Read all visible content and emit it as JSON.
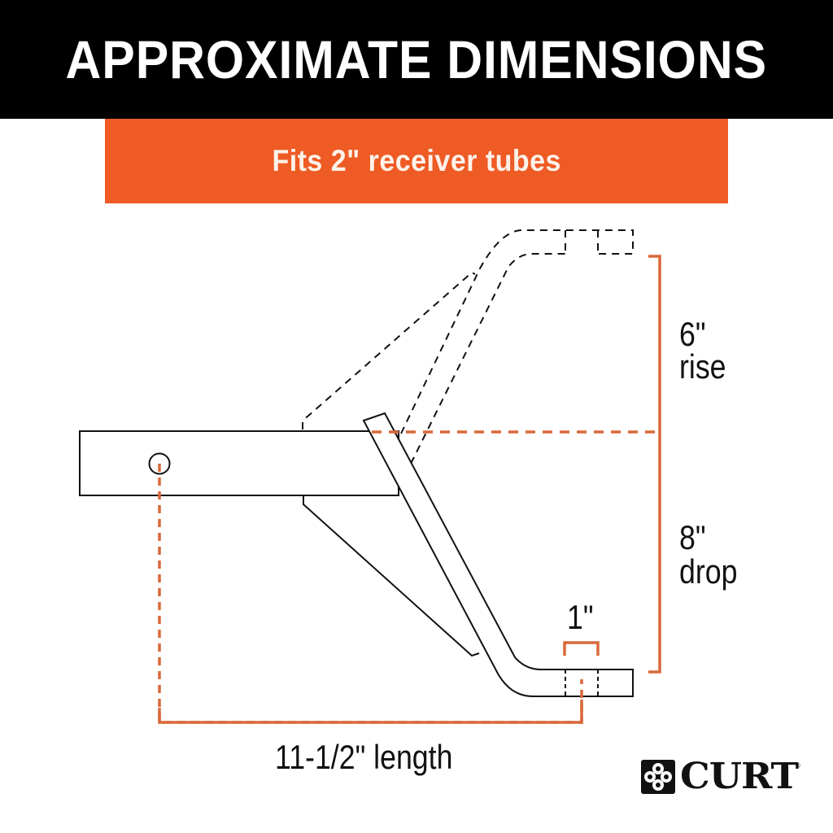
{
  "header": {
    "title": "APPROXIMATE DIMENSIONS",
    "background": "#000000",
    "text_color": "#ffffff"
  },
  "subband": {
    "text": "Fits 2\" receiver tubes",
    "background": "#ee5b25"
  },
  "dimensions": {
    "rise": {
      "value": "6\"",
      "label": "rise"
    },
    "drop": {
      "value": "8\"",
      "label": "drop"
    },
    "hole": {
      "value": "1\""
    },
    "length": {
      "text": "11-1/2\" length"
    }
  },
  "colors": {
    "accent_orange": "#d9683a",
    "line_black": "#111111"
  },
  "brand": {
    "name": "CURT",
    "icon": "curt-logo-icon",
    "registered": "®"
  }
}
